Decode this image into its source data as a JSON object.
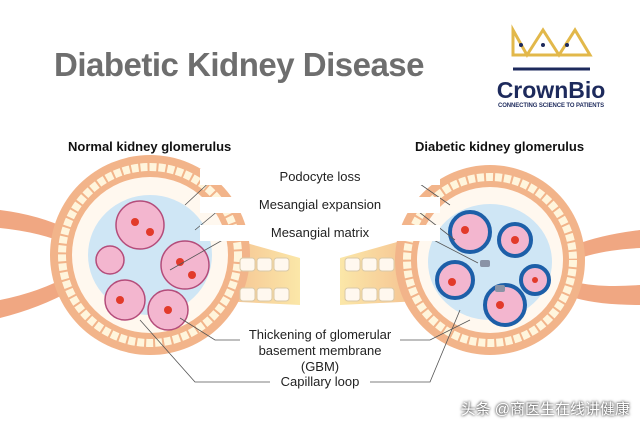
{
  "title": "Diabetic Kidney Disease",
  "logo": {
    "name": "CrownBio",
    "tagline": "CONNECTING SCIENCE TO PATIENTS"
  },
  "left_heading": "Normal kidney glomerulus",
  "right_heading": "Diabetic kidney glomerulus",
  "labels": {
    "podocyte_loss": "Podocyte loss",
    "mesangial_expansion": "Mesangial expansion",
    "mesangial_matrix": "Mesangial matrix",
    "gbm_line1": "Thickening of glomerular",
    "gbm_line2": "basement membrane (GBM)",
    "capillary_loop": "Capillary loop"
  },
  "watermark": "头条 @商医生在线讲健康",
  "colors": {
    "title": "#6e6e6e",
    "brand_navy": "#1d2a5c",
    "brand_gold": "#e2b84a",
    "capsule": "#f2b48a",
    "capillary": "#f3b6cf",
    "gbm_thick": "#1d5fa8"
  }
}
